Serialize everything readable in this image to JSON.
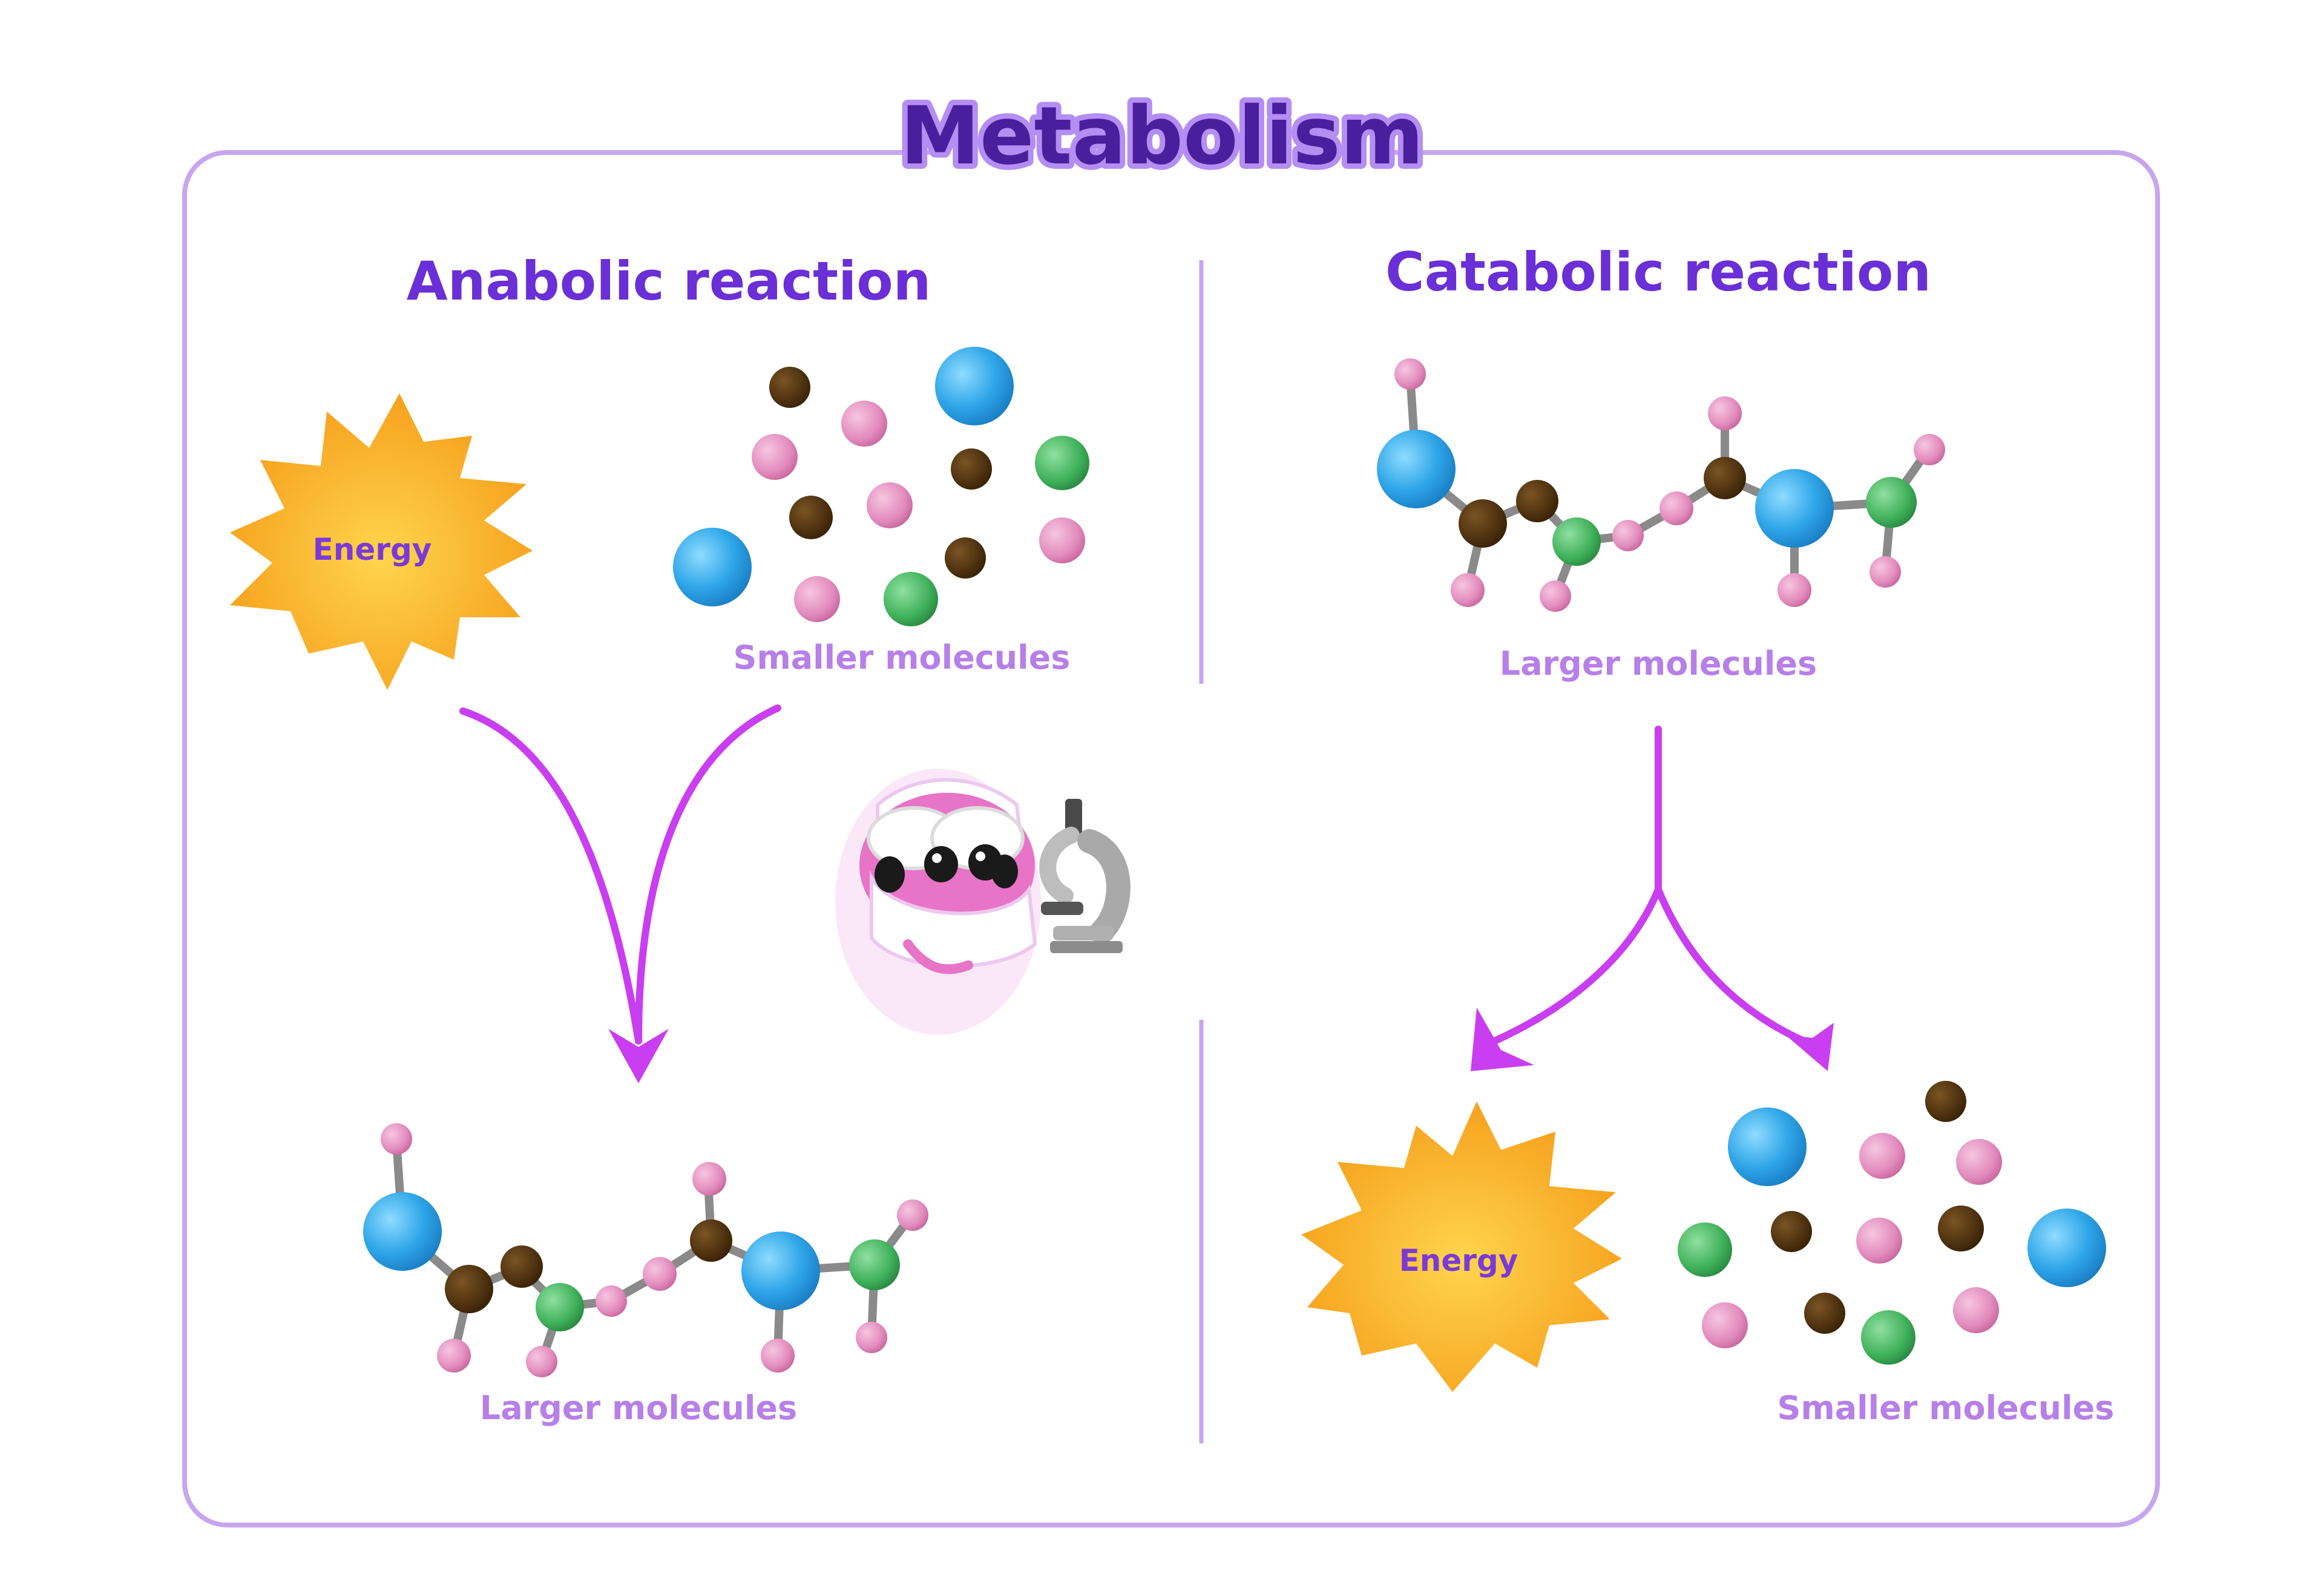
{
  "title": "Metabolism",
  "colors": {
    "frame": "#c7a6f0",
    "title_fill": "#4a1f9e",
    "title_outline": "#b48ef2",
    "heading_fill": "#6a2fd6",
    "label": "#b77fe8",
    "energy_label": "#7a3ad8",
    "arrow": "#c93ef0",
    "blue_atom": "#2fa6e8",
    "brown_atom": "#4a2e0b",
    "green_atom": "#3fb05a",
    "pink_atom": "#e28bbd",
    "bond": "#8a8a8a",
    "sun_outer": "#f6a623",
    "sun_inner": "#ffd24a"
  },
  "anabolic": {
    "heading": "Anabolic reaction",
    "energy_label": "Energy",
    "input_label": "Smaller molecules",
    "output_label": "Larger molecules"
  },
  "catabolic": {
    "heading": "Catabolic reaction",
    "input_label": "Larger molecules",
    "energy_label": "Energy",
    "output_label": "Smaller molecules"
  },
  "mascot": "scientist-mascot-with-microscope"
}
